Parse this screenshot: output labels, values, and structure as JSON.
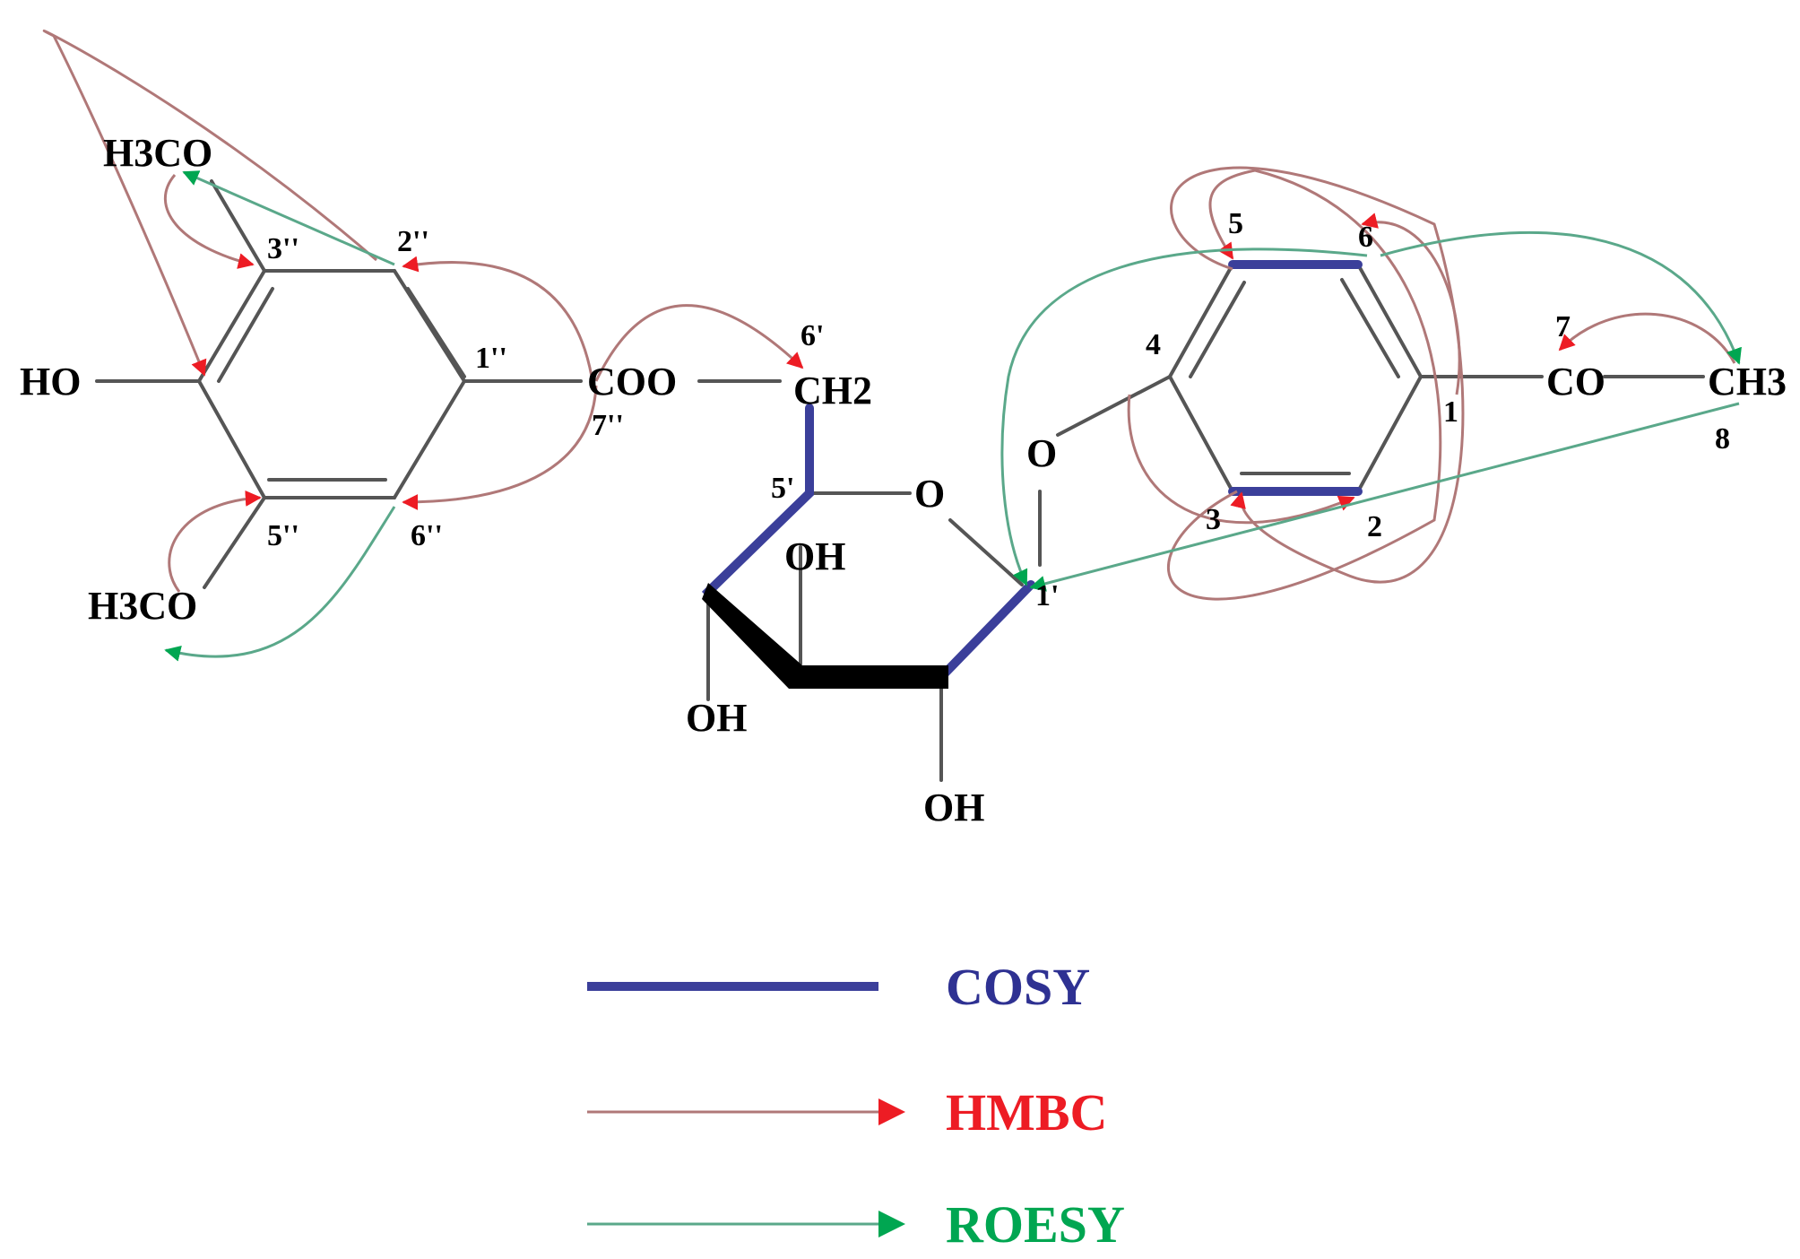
{
  "atoms": {
    "h3co_top": "H3CO",
    "ho_left": "HO",
    "h3co_bottom": "H3CO",
    "coo": "COO",
    "ch2": "CH2",
    "ring_o": "O",
    "glyco_o": "O",
    "oh_c4": "OH",
    "oh_c3": "OH",
    "oh_c2": "OH",
    "co": "CO",
    "ch3": "CH3"
  },
  "numbers": {
    "n3pp": "3''",
    "n2pp": "2''",
    "n1pp": "1''",
    "n5pp": "5''",
    "n6pp": "6''",
    "n7pp": "7''",
    "n6p": "6'",
    "n5p": "5'",
    "n1p": "1'",
    "n4": "4",
    "n5": "5",
    "n6": "6",
    "n1": "1",
    "n2": "2",
    "n3": "3",
    "n7": "7",
    "n8": "8"
  },
  "legend": {
    "cosy": "COSY",
    "hmbc": "HMBC",
    "roesy": "ROESY"
  },
  "colors": {
    "cosy": "#2e3192",
    "hmbc": "#ed1c24",
    "roesy": "#00a651",
    "hmbc_line": "#b07878",
    "roesy_line": "#5aa88a",
    "bond": "#555555"
  }
}
